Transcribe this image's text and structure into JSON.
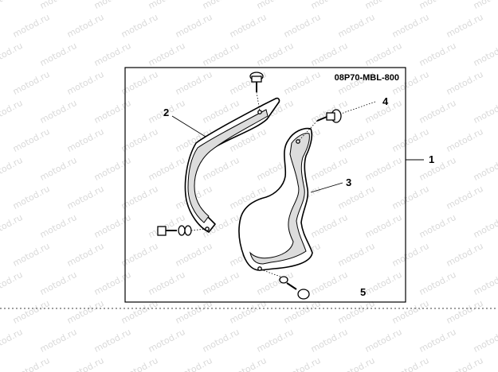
{
  "diagram": {
    "part_code": "08P70-MBL-800",
    "callouts": [
      "1",
      "2",
      "3",
      "4",
      "5"
    ],
    "watermark_text": "motod.ru"
  },
  "icons": {
    "part_2": "rear-fender-bracket",
    "part_3": "side-cover-panel",
    "part_4": "bolt",
    "part_5": "bolt-with-washer"
  }
}
